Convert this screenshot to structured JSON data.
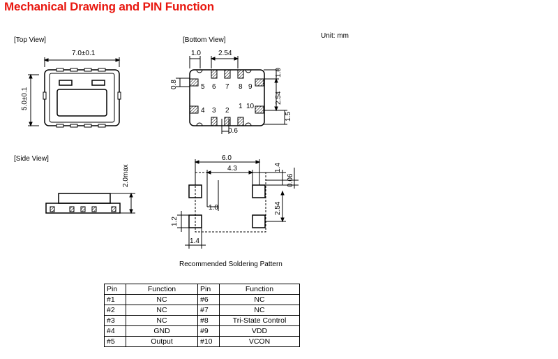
{
  "title": "Mechanical Drawing and PIN Function",
  "views": {
    "top": "[Top View]",
    "bottom": "[Bottom View]",
    "side": "[Side View]",
    "unit": "Unit: mm",
    "soldering": "Recommended Soldering Pattern"
  },
  "dimensions": {
    "top_width": "7.0±0.1",
    "top_height": "5.0±0.1",
    "bottom_1_0": "1.0",
    "bottom_2_54_top": "2.54",
    "bottom_0_8": "0.8",
    "bottom_1_0_right": "1.0",
    "bottom_2_54_right": "2.54",
    "bottom_1_5": "1.5",
    "bottom_0_6": "0.6",
    "side_2_0max": "2.0max",
    "sp_6_0": "6.0",
    "sp_4_3": "4.3",
    "sp_1_4_top": "1.4",
    "sp_0_06": "0.06",
    "sp_2_54": "2.54",
    "sp_1_0": "1.0",
    "sp_1_2": "1.2",
    "sp_1_4_bottom": "1.4"
  },
  "pin_labels": {
    "p1": "1",
    "p2": "2",
    "p3": "3",
    "p4": "4",
    "p5": "5",
    "p6": "6",
    "p7": "7",
    "p8": "8",
    "p9": "9",
    "p10": "10"
  },
  "pin_table": {
    "headers": [
      "Pin",
      "Function",
      "Pin",
      "Function"
    ],
    "rows": [
      {
        "pin_a": "#1",
        "fn_a": "NC",
        "pin_b": "#6",
        "fn_b": "NC"
      },
      {
        "pin_a": "#2",
        "fn_a": "NC",
        "pin_b": "#7",
        "fn_b": "NC"
      },
      {
        "pin_a": "#3",
        "fn_a": "NC",
        "pin_b": "#8",
        "fn_b": "Tri-State Control"
      },
      {
        "pin_a": "#4",
        "fn_a": "GND",
        "pin_b": "#9",
        "fn_b": "VDD"
      },
      {
        "pin_a": "#5",
        "fn_a": "Output",
        "pin_b": "#10",
        "fn_b": "VCON"
      }
    ]
  },
  "colors": {
    "title": "#e8170f",
    "line": "#000000"
  }
}
